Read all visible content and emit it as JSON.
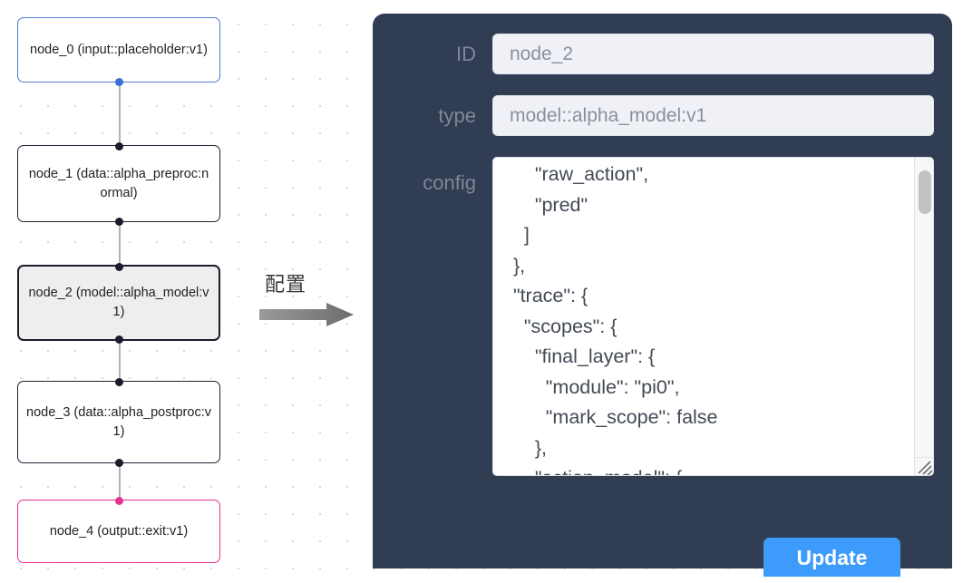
{
  "graph": {
    "nodes": [
      {
        "id": "node_0",
        "type": "(input::placeholder:v1)",
        "label": "node_0\n(input::placeholder:v1)",
        "style": "blue",
        "selected": false
      },
      {
        "id": "node_1",
        "type": "(data::alpha_preproc:normal)",
        "label": "node_1\n(data::alpha_preproc:normal)",
        "style": "default",
        "selected": false
      },
      {
        "id": "node_2",
        "type": "(model::alpha_model:v1)",
        "label": "node_2\n(model::alpha_model:v1)",
        "style": "default",
        "selected": true
      },
      {
        "id": "node_3",
        "type": "(data::alpha_postproc:v1)",
        "label": "node_3\n(data::alpha_postproc:v1)",
        "style": "default",
        "selected": false
      },
      {
        "id": "node_4",
        "type": "(output::exit:v1)",
        "label": "node_4\n(output::exit:v1)",
        "style": "pink",
        "selected": false
      }
    ],
    "edges": [
      {
        "from": "node_0",
        "to": "node_1"
      },
      {
        "from": "node_1",
        "to": "node_2"
      },
      {
        "from": "node_2",
        "to": "node_3"
      },
      {
        "from": "node_3",
        "to": "node_4"
      }
    ]
  },
  "annotation": {
    "label": "配置",
    "arrow_icon": "right-arrow-icon",
    "arrow_color": "#7d7d7d"
  },
  "panel": {
    "background_color": "#313d53",
    "fields": [
      {
        "key": "id",
        "label": "ID",
        "value": "node_2"
      },
      {
        "key": "type",
        "label": "type",
        "value": "model::alpha_model:v1"
      },
      {
        "key": "config",
        "label": "config",
        "value": ""
      }
    ],
    "id_field": {
      "label": "ID",
      "value": "node_2",
      "placeholder": "ID"
    },
    "type_field": {
      "label": "type",
      "value": "model::alpha_model:v1",
      "placeholder": "type"
    },
    "config_field": {
      "label": "config",
      "value": "      \"raw_action\",\n      \"pred\"\n    ]\n  },\n  \"trace\": {\n    \"scopes\": {\n      \"final_layer\": {\n        \"module\": \"pi0\",\n        \"mark_scope\": false\n      },\n      \"action_model\": {"
    },
    "update_button": {
      "label": "Update",
      "color": "#3d9bfb"
    },
    "scrollbar": {
      "thumb_color": "#c2c2c4",
      "position": "top"
    }
  }
}
